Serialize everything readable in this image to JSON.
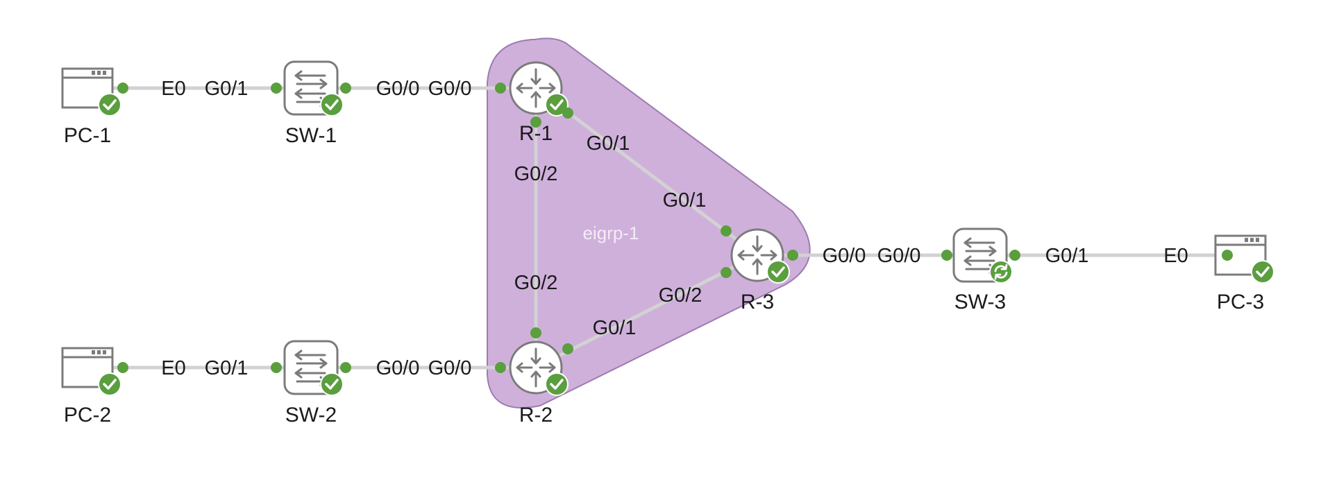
{
  "colors": {
    "group_fill": "#cfb0db",
    "group_stroke": "#9d7ab0",
    "group_label": "#f3ecf6",
    "link": "#d2d2d2",
    "port_dot": "#5a9e3e",
    "status_ok": "#5a9e3e",
    "device_outline": "#7b7b7b"
  },
  "group": {
    "label": "eigrp-1"
  },
  "nodes": [
    {
      "id": "pc1",
      "label": "PC-1",
      "type": "pc",
      "icon": "desktop-icon",
      "status": "ok"
    },
    {
      "id": "sw1",
      "label": "SW-1",
      "type": "switch",
      "icon": "switch-icon",
      "status": "ok"
    },
    {
      "id": "r1",
      "label": "R-1",
      "type": "router",
      "icon": "router-icon",
      "status": "ok"
    },
    {
      "id": "pc2",
      "label": "PC-2",
      "type": "pc",
      "icon": "desktop-icon",
      "status": "ok"
    },
    {
      "id": "sw2",
      "label": "SW-2",
      "type": "switch",
      "icon": "switch-icon",
      "status": "ok"
    },
    {
      "id": "r2",
      "label": "R-2",
      "type": "router",
      "icon": "router-icon",
      "status": "ok"
    },
    {
      "id": "r3",
      "label": "R-3",
      "type": "router",
      "icon": "router-icon",
      "status": "ok"
    },
    {
      "id": "sw3",
      "label": "SW-3",
      "type": "switch",
      "icon": "switch-icon",
      "status": "booting"
    },
    {
      "id": "pc3",
      "label": "PC-3",
      "type": "pc",
      "icon": "desktop-icon",
      "status": "ok"
    }
  ],
  "links": [
    {
      "id": "pc1-sw1",
      "a": "pc1",
      "b": "sw1",
      "a_port": "E0",
      "b_port": "G0/1"
    },
    {
      "id": "sw1-r1",
      "a": "sw1",
      "b": "r1",
      "a_port": "G0/0",
      "b_port": "G0/0"
    },
    {
      "id": "pc2-sw2",
      "a": "pc2",
      "b": "sw2",
      "a_port": "E0",
      "b_port": "G0/1"
    },
    {
      "id": "sw2-r2",
      "a": "sw2",
      "b": "r2",
      "a_port": "G0/0",
      "b_port": "G0/0"
    },
    {
      "id": "r1-r2",
      "a": "r1",
      "b": "r2",
      "a_port": "G0/2",
      "b_port": "G0/2"
    },
    {
      "id": "r1-r3",
      "a": "r1",
      "b": "r3",
      "a_port": "G0/1",
      "b_port": "G0/1"
    },
    {
      "id": "r2-r3",
      "a": "r2",
      "b": "r3",
      "a_port": "G0/1",
      "b_port": "G0/2"
    },
    {
      "id": "r3-sw3",
      "a": "r3",
      "b": "sw3",
      "a_port": "G0/0",
      "b_port": "G0/0"
    },
    {
      "id": "sw3-pc3",
      "a": "sw3",
      "b": "pc3",
      "a_port": "G0/1",
      "b_port": "E0"
    }
  ]
}
